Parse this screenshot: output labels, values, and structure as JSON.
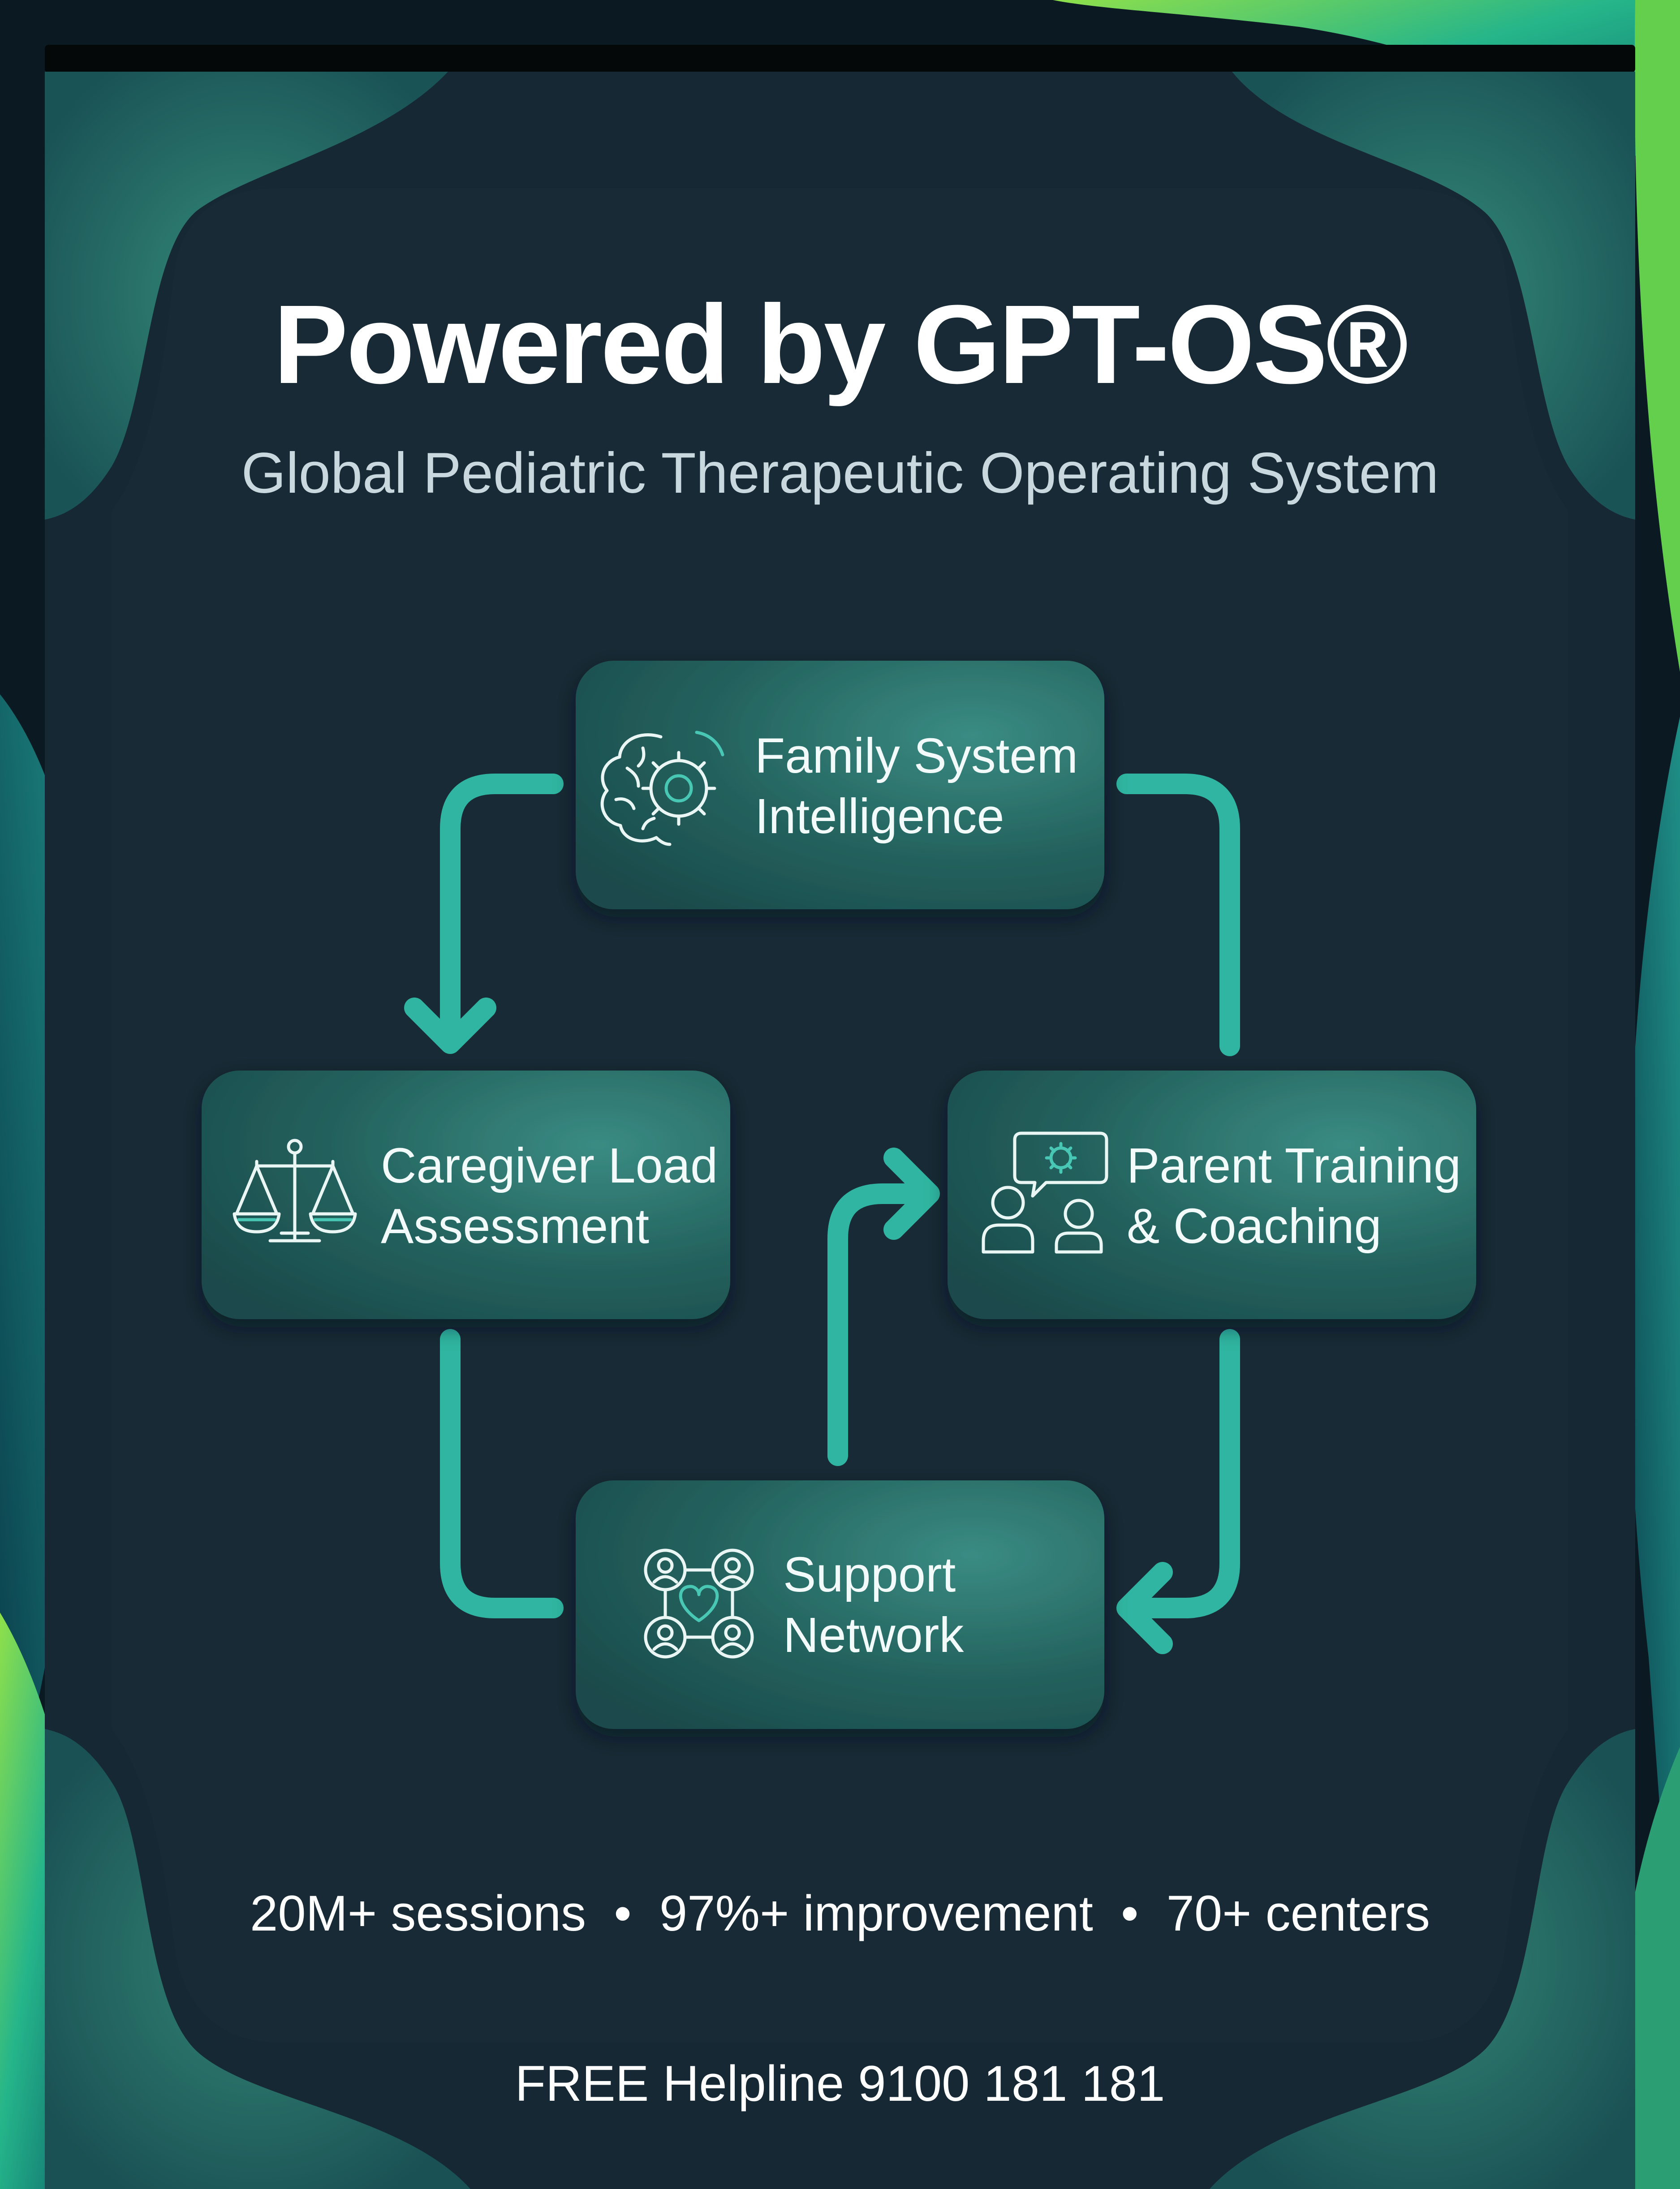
{
  "header": {
    "title": "Powered by GPT-OS®",
    "subtitle": "Global Pediatric Therapeutic Operating System"
  },
  "cycle": {
    "nodes": [
      {
        "id": "family",
        "label_lines": [
          "Family System",
          "Intelligence"
        ],
        "icon": "brain-gear-icon"
      },
      {
        "id": "parent",
        "label_lines": [
          "Parent Training",
          "& Coaching"
        ],
        "icon": "parent-coaching-icon"
      },
      {
        "id": "support",
        "label_lines": [
          "Support",
          "Network"
        ],
        "icon": "network-heart-icon"
      },
      {
        "id": "caregiver",
        "label_lines": [
          "Caregiver Load",
          "Assessment"
        ],
        "icon": "balance-scale-icon"
      }
    ],
    "connections": [
      {
        "from": "family",
        "to": "caregiver"
      },
      {
        "from": "parent",
        "to": "support"
      },
      {
        "from": "support",
        "to": "parent"
      },
      {
        "from": "caregiver",
        "to": "support"
      },
      {
        "from": "family",
        "to": "parent"
      }
    ]
  },
  "stats": {
    "text": "20M+ sessions  •  97%+ improvement  •  70+ centers"
  },
  "footer": {
    "helpline": "FREE Helpline 9100 181 181"
  },
  "colors": {
    "background": "#0c1c24",
    "panel": "#162a35",
    "accent": "#2fb5a1",
    "node_fill": "#2a6e68",
    "text": "#ffffff"
  }
}
